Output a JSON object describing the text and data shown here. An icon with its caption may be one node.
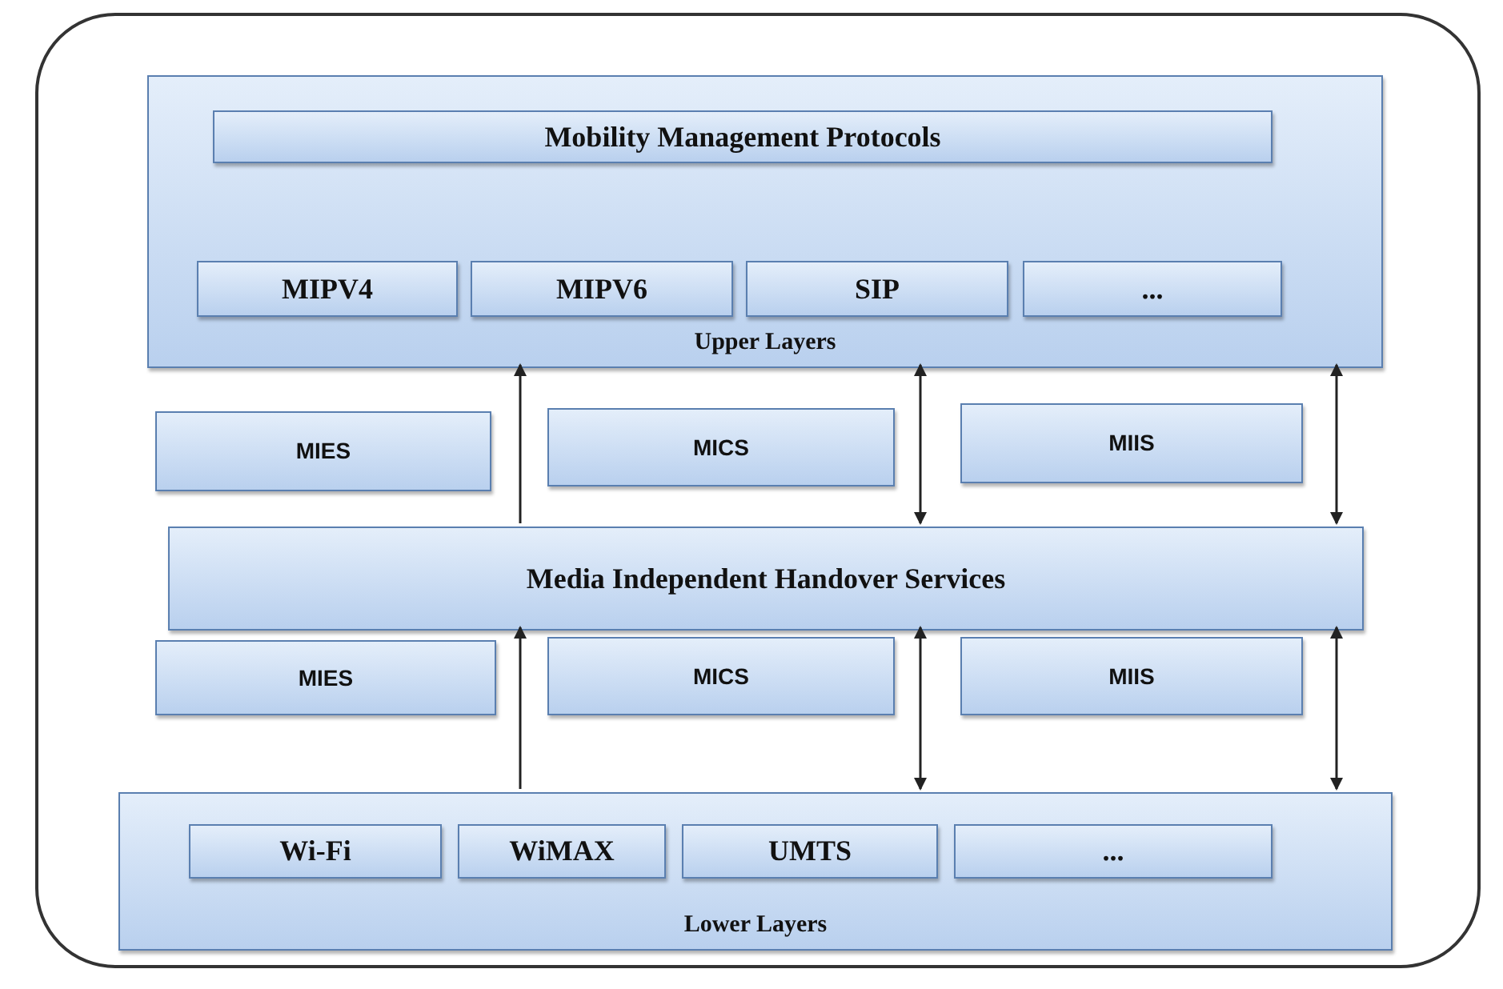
{
  "diagram": {
    "nodes": [
      {
        "text": [],
        "shape": "box"
      },
      {
        "text": [
          "Upper Layers"
        ],
        "in": 0
      },
      {
        "text": [
          "Mobility Management Protocols"
        ],
        "in": 1
      },
      {
        "text": [
          "MIPV4"
        ],
        "in": 1
      },
      {
        "text": [
          "MIPV6"
        ],
        "in": 1
      },
      {
        "text": [
          "SIP"
        ],
        "in": 1
      },
      {
        "text": [
          "..."
        ],
        "in": 1
      },
      {
        "text": [
          "MIES"
        ],
        "in": 0
      },
      {
        "text": [
          "MICS"
        ],
        "in": 0
      },
      {
        "text": [
          "MIIS"
        ],
        "in": 0
      },
      {
        "text": [
          "Media Independent Handover Services"
        ],
        "in": 0
      },
      {
        "text": [
          "MIES"
        ],
        "in": 0
      },
      {
        "text": [
          "MICS"
        ],
        "in": 0
      },
      {
        "text": [
          "MIIS"
        ],
        "in": 0
      },
      {
        "text": [
          "Lower Layers"
        ],
        "in": 0
      },
      {
        "text": [
          "Wi-Fi"
        ],
        "in": 14
      },
      {
        "text": [
          "WiMAX"
        ],
        "in": 14
      },
      {
        "text": [
          "UMTS"
        ],
        "in": 14
      },
      {
        "text": [
          "..."
        ],
        "in": 14
      }
    ],
    "edges": [
      {
        "from": 10,
        "to": 1,
        "arrow": "to"
      },
      {
        "from": 10,
        "to": 1,
        "arrow": "both"
      },
      {
        "from": 10,
        "to": 1,
        "arrow": "both"
      },
      {
        "from": 14,
        "to": 10,
        "arrow": "to"
      },
      {
        "from": 14,
        "to": 10,
        "arrow": "both"
      },
      {
        "from": 14,
        "to": 10,
        "arrow": "both"
      }
    ]
  }
}
